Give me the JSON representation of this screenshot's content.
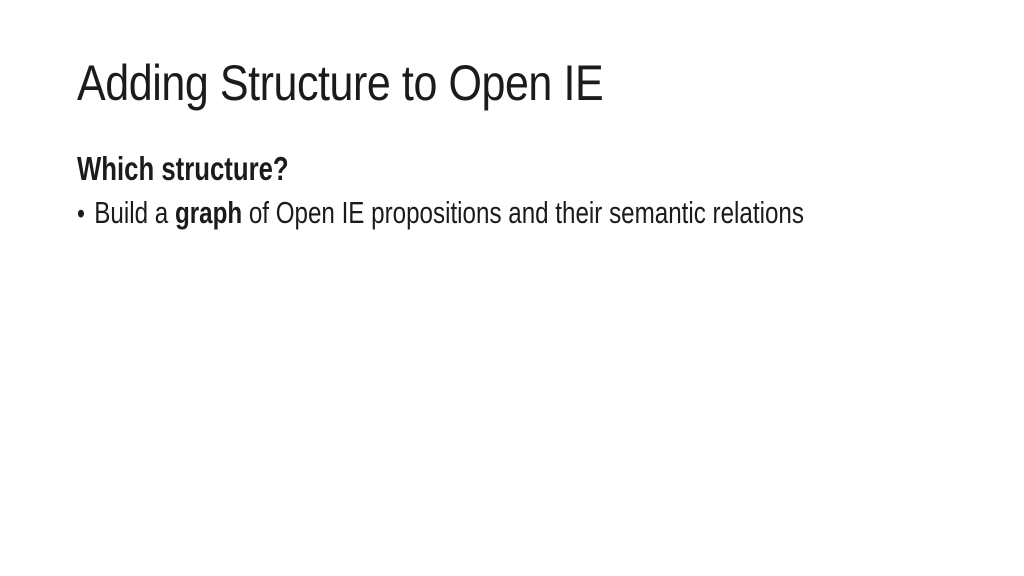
{
  "slide": {
    "title": "Adding Structure to Open IE",
    "heading": "Which structure?",
    "bullet": {
      "marker": "•",
      "text_pre": "Build a ",
      "text_bold": "graph",
      "text_post": " of Open IE propositions and their semantic relations"
    },
    "colors": {
      "background": "#ffffff",
      "text": "#1b1b1b"
    }
  }
}
